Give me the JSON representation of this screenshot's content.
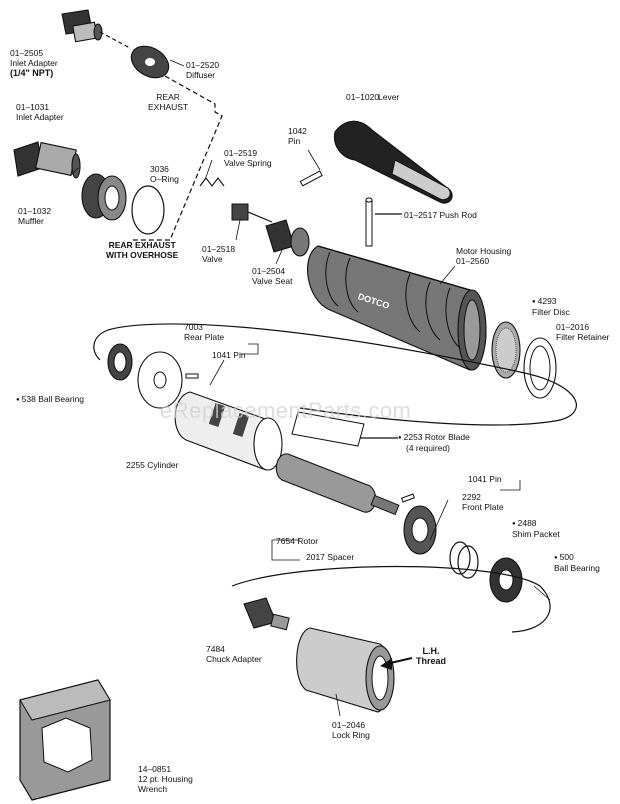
{
  "watermark": "eReplacementParts.com",
  "brand_on_housing": "DOTCO",
  "parts": {
    "inlet_adapter_npt": {
      "number": "01–2505",
      "name": "Inlet Adapter",
      "extra": "(1/4\" NPT)"
    },
    "diffuser": {
      "number": "01–2520",
      "name": "Diffuser"
    },
    "rear_exhaust": {
      "line1": "REAR",
      "line2": "EXHAUST"
    },
    "inlet_adapter": {
      "number": "01–1031",
      "name": "Inlet Adapter"
    },
    "lever": {
      "number": "01–1020",
      "name": "Lever"
    },
    "pin_1042": {
      "number": "1042",
      "name": "Pin"
    },
    "valve_spring": {
      "number": "01–2519",
      "name": "Valve Spring"
    },
    "o_ring": {
      "number": "3036",
      "name": "O–Ring"
    },
    "muffler": {
      "number": "01–1032",
      "name": "Muffler"
    },
    "push_rod": {
      "number": "01–2517",
      "name": "Push Rod"
    },
    "rear_exhaust_overhose": {
      "line1": "REAR EXHAUST",
      "line2": "WITH OVERHOSE"
    },
    "valve": {
      "number": "01–2518",
      "name": "Valve"
    },
    "motor_housing": {
      "name": "Motor Housing",
      "number": "01–2560"
    },
    "valve_seat": {
      "number": "01–2504",
      "name": "Valve Seat"
    },
    "filter_disc": {
      "number": "4293",
      "name": "Filter Disc"
    },
    "filter_retainer": {
      "number": "01–2016",
      "name": "Filter Retainer"
    },
    "rear_plate": {
      "number": "7003",
      "name": "Rear Plate"
    },
    "pin_1041_a": {
      "number": "1041",
      "name": "Pin"
    },
    "ball_bearing_538": {
      "number": "538",
      "name": "Ball Bearing"
    },
    "rotor_blade": {
      "number": "2253",
      "name": "Rotor Blade",
      "qty": "(4 required)"
    },
    "cylinder": {
      "number": "2255",
      "name": "Cylinder"
    },
    "pin_1041_b": {
      "number": "1041",
      "name": "Pin"
    },
    "front_plate": {
      "number": "2292",
      "name": "Front Plate"
    },
    "shim_packet": {
      "number": "2488",
      "name": "Shim Packet"
    },
    "rotor": {
      "number": "7654",
      "name": "Rotor"
    },
    "spacer": {
      "number": "2017",
      "name": "Spacer"
    },
    "ball_bearing_500": {
      "number": "500",
      "name": "Ball Bearing"
    },
    "chuck_adapter": {
      "number": "7484",
      "name": "Chuck Adapter"
    },
    "lh_thread": {
      "line1": "L.H.",
      "line2": "Thread"
    },
    "lock_ring": {
      "number": "01–2046",
      "name": "Lock Ring"
    },
    "housing_wrench": {
      "number": "14–0851",
      "name": "12 pt. Housing",
      "name2": "Wrench"
    }
  }
}
